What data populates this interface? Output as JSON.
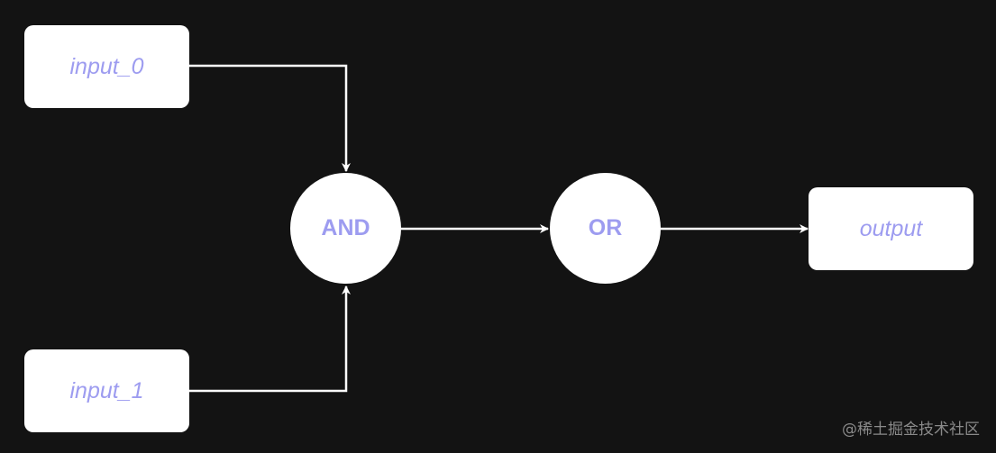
{
  "diagram": {
    "nodes": {
      "input_0": {
        "label": "input_0",
        "kind": "terminal"
      },
      "input_1": {
        "label": "input_1",
        "kind": "terminal"
      },
      "and_gate": {
        "label": "AND",
        "kind": "gate"
      },
      "or_gate": {
        "label": "OR",
        "kind": "gate"
      },
      "output": {
        "label": "output",
        "kind": "terminal"
      }
    },
    "edges": [
      {
        "from": "input_0",
        "to": "and_gate"
      },
      {
        "from": "input_1",
        "to": "and_gate"
      },
      {
        "from": "and_gate",
        "to": "or_gate"
      },
      {
        "from": "or_gate",
        "to": "output"
      }
    ]
  },
  "watermark": "@稀土掘金技术社区",
  "colors": {
    "background": "#131313",
    "node_fill": "#ffffff",
    "label_text": "#9d9cf0",
    "wire": "#ffffff",
    "watermark": "#8a8a8a"
  }
}
